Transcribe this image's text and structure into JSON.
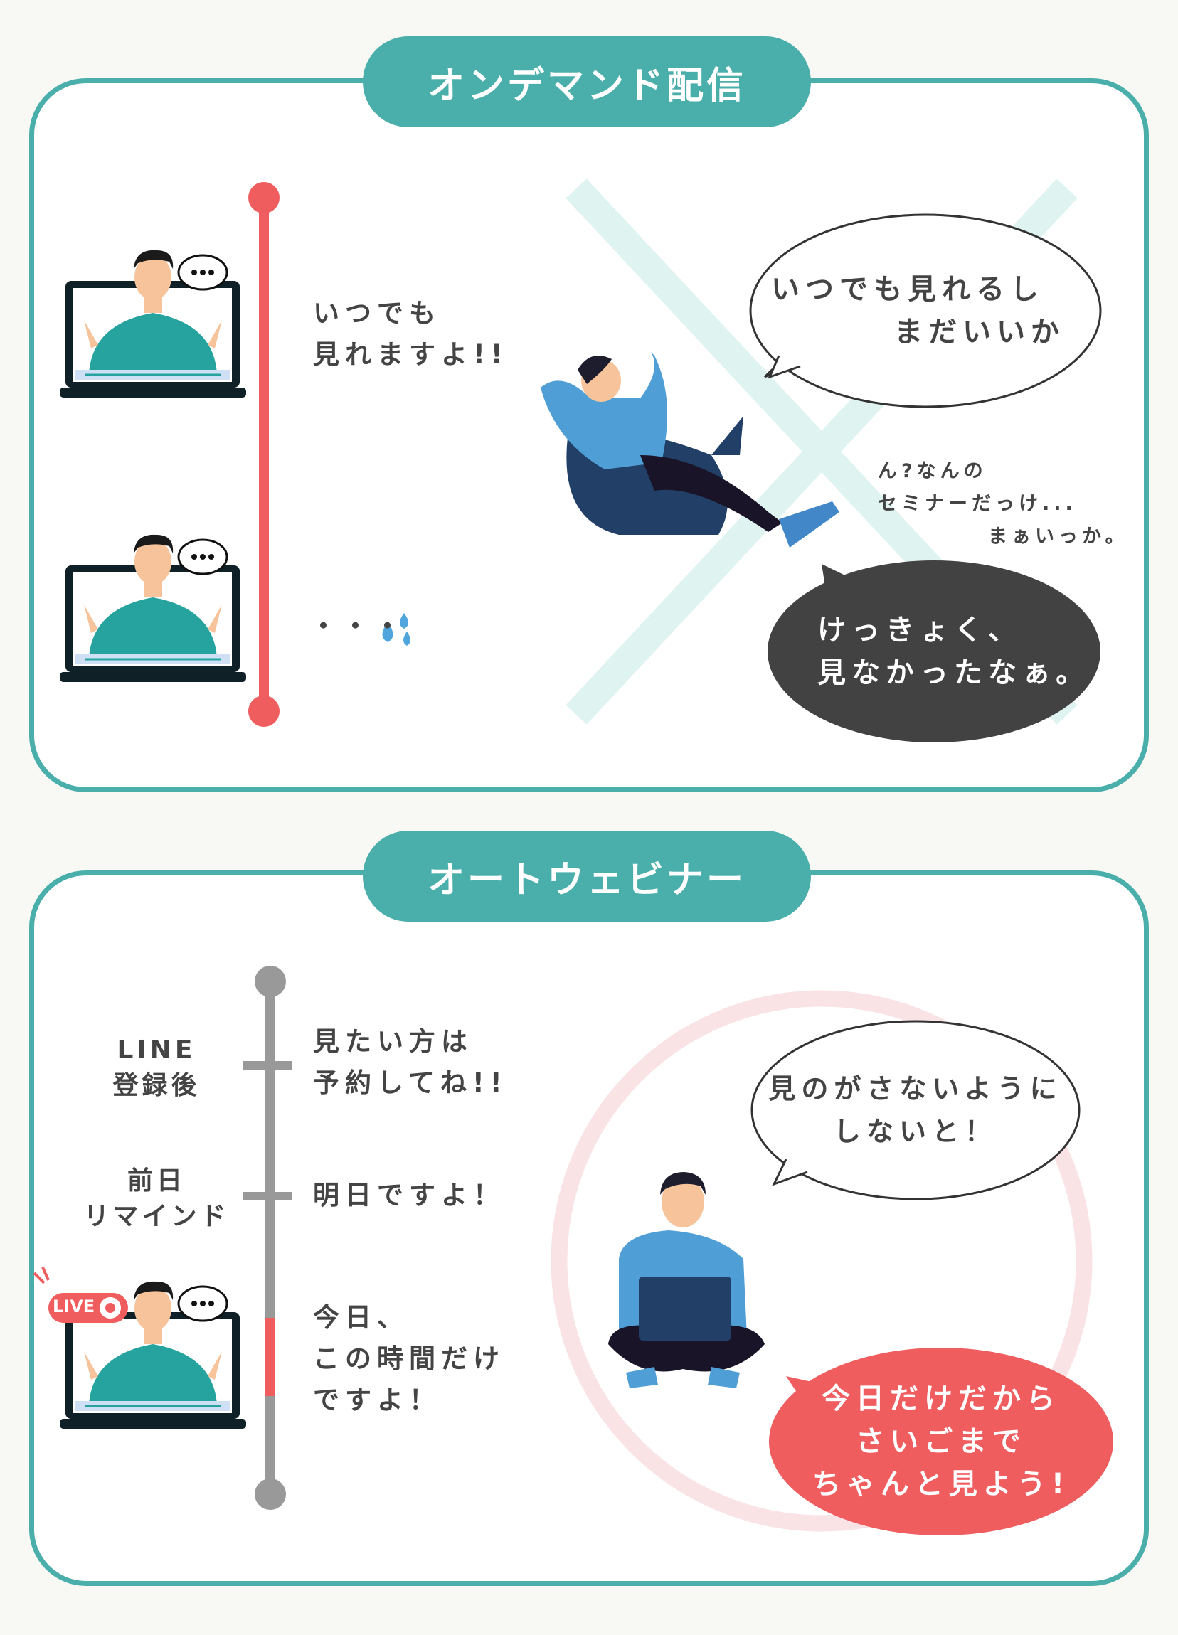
{
  "ondemand": {
    "title": "オンデマンド配信",
    "streamer_text": [
      "いつでも",
      "見れますよ!!"
    ],
    "silence_text": "・・・",
    "thought_bubble": [
      "いつでも見れるし",
      "まだいいか"
    ],
    "murmur": [
      "ん?なんの",
      "セミナーだっけ...",
      "まぁいっか。"
    ],
    "result_bubble": [
      "けっきょく、",
      "見なかったなぁ。"
    ]
  },
  "autowebinar": {
    "title": "オートウェビナー",
    "steps": [
      {
        "label": [
          "LINE",
          "登録後"
        ],
        "text": [
          "見たい方は",
          "予約してね!!"
        ]
      },
      {
        "label": [
          "前日",
          "リマインド"
        ],
        "text": [
          "明日ですよ！"
        ]
      },
      {
        "label": [],
        "text": [
          "今日、",
          "この時間だけ",
          "ですよ！"
        ]
      }
    ],
    "live_badge": "LIVE",
    "thought_bubble": [
      "見のがさないように",
      "しないと！"
    ],
    "result_bubble": [
      "今日だけだから",
      "さいごまで",
      "ちゃんと見よう!"
    ]
  },
  "colors": {
    "teal": "#4aaeaa",
    "red": "#ef5d5f",
    "gray": "#999999",
    "dark": "#424242"
  }
}
